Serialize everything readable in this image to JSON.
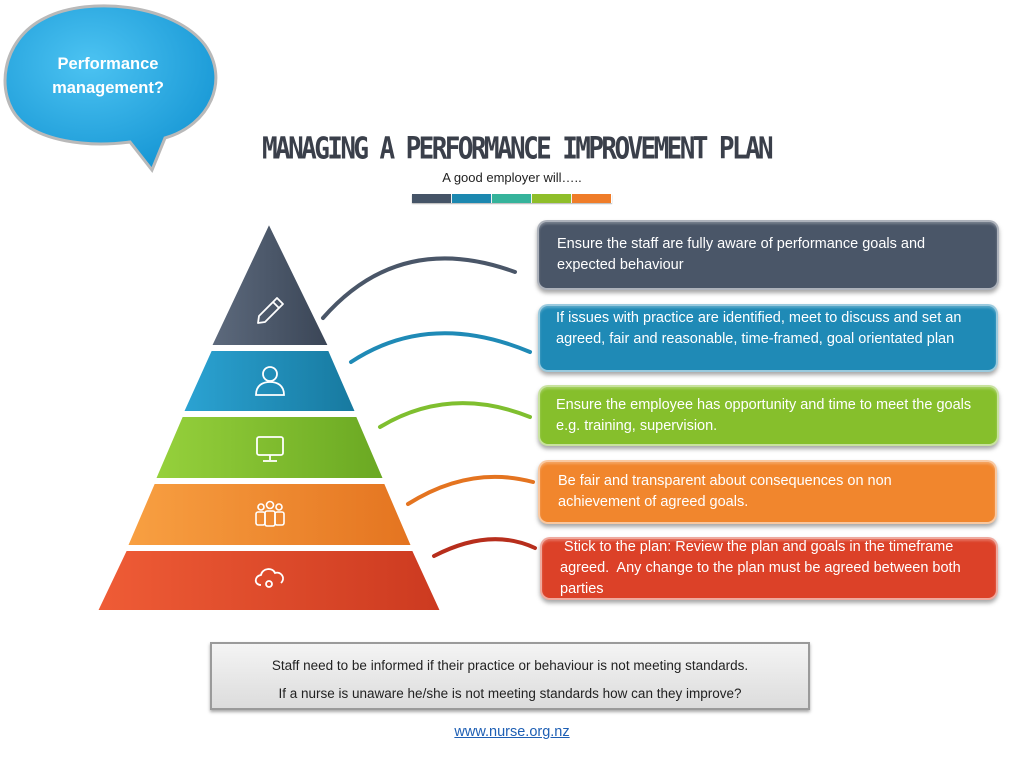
{
  "bubble": {
    "text": "Performance management?",
    "color": "#29a9e1"
  },
  "header": {
    "title": "MANAGING A PERFORMANCE IMPROVEMENT PLAN",
    "subtitle": "A good employer will….."
  },
  "color_bar": [
    "#455467",
    "#1c88b0",
    "#35b39b",
    "#8fbe2a",
    "#ef7c29"
  ],
  "pyramid_levels": [
    {
      "icon": "pencil-icon",
      "color": "#4a5668"
    },
    {
      "icon": "person-icon",
      "color": "#1f8ab6"
    },
    {
      "icon": "monitor-icon",
      "color": "#7fbf2f"
    },
    {
      "icon": "team-icon",
      "color": "#f1862d"
    },
    {
      "icon": "cloud-icon",
      "color": "#e14b2b"
    }
  ],
  "steps": [
    {
      "text": "Ensure the staff are fully aware of performance goals and expected behaviour",
      "color": "#4a5668"
    },
    {
      "text": "If issues with practice are identified, meet to discuss and set an agreed, fair and reasonable, time-framed, goal orientated plan",
      "color": "#1f8ab6"
    },
    {
      "text": "Ensure the employee has opportunity and time to meet the goals e.g. training, supervision.",
      "color": "#86bf2c"
    },
    {
      "text": "Be fair and transparent about consequences on non achievement of agreed goals.",
      "color": "#f1862d"
    },
    {
      "text": " Stick to the plan: Review the plan and goals in the timeframe agreed.  Any change to the plan must be agreed between both parties",
      "color": "#dc4128"
    }
  ],
  "note": {
    "line1": "Staff need to be informed if their practice or behaviour is not meeting standards.",
    "line2": "If a nurse is unaware he/she is not meeting standards how can they improve?"
  },
  "footer": {
    "link": "www.nurse.org.nz"
  }
}
